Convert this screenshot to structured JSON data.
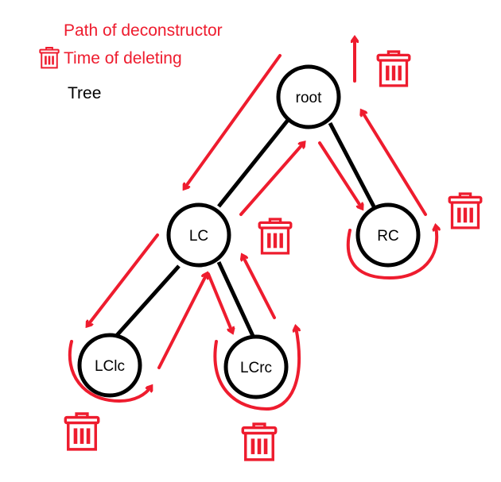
{
  "legend": {
    "path_label": "Path of deconstructor",
    "delete_label": "Time of deleting",
    "tree_label": "Tree"
  },
  "nodes": {
    "root": "root",
    "lc": "LC",
    "rc": "RC",
    "lclc": "LClc",
    "lcrc": "LCrc"
  },
  "colors": {
    "path": "#ee1c2e",
    "tree": "#000000",
    "node_fill": "#ffffff"
  },
  "icons": {
    "delete": "trash-can-icon"
  }
}
